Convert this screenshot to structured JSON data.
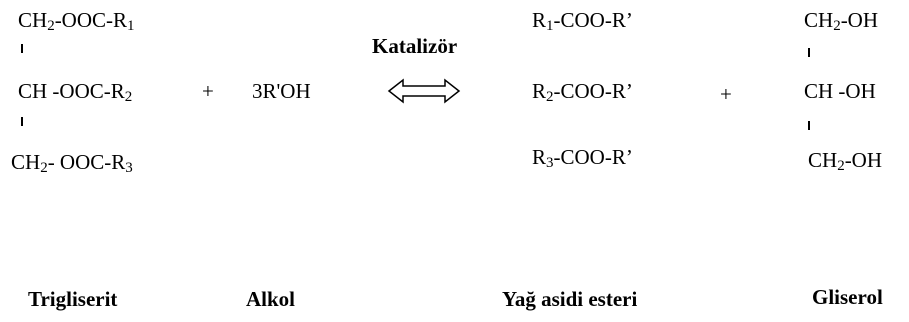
{
  "triglyceride": {
    "r1": {
      "prefix": "CH",
      "sub": "2",
      "mid": "-OOC-R",
      "sub2": "1"
    },
    "r2": {
      "prefix": "CH -OOC-R",
      "sub": "2"
    },
    "r3": {
      "prefix": "CH",
      "sub": "2",
      "mid": "- OOC-R",
      "sub2": "3"
    }
  },
  "plus1": "+",
  "alcohol": "3R'OH",
  "catalyst": "Katalizör",
  "esters": {
    "e1": {
      "prefix": "R",
      "sub": "1",
      "rest": "-COO-R’"
    },
    "e2": {
      "prefix": "R",
      "sub": "2",
      "rest": "-COO-R’"
    },
    "e3": {
      "prefix": "R",
      "sub": "3",
      "rest": "-COO-R’"
    }
  },
  "plus2": "+",
  "glycerol": {
    "g1": {
      "prefix": "CH",
      "sub": "2",
      "rest": "-OH"
    },
    "g2": {
      "prefix": "CH -OH"
    },
    "g3": {
      "prefix": "CH",
      "sub": "2",
      "rest": "-OH"
    }
  },
  "labels": {
    "triglyceride": "Trigliserit",
    "alcohol": "Alkol",
    "ester": "Yağ asidi esteri",
    "glycerol": "Gliserol"
  }
}
